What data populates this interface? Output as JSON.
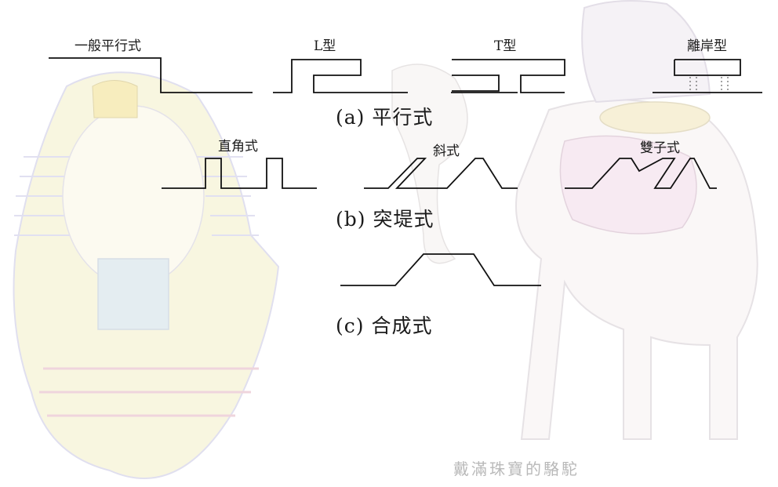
{
  "background": {
    "left_figure": "pharaoh-mask-drawing",
    "right_figure": "decorated-camel-drawing",
    "signature_text": "戴滿珠寶的駱駝"
  },
  "diagram": {
    "row_a": {
      "items": [
        {
          "id": "general",
          "label": "一般平行式"
        },
        {
          "id": "l_type",
          "label": "L型"
        },
        {
          "id": "t_type",
          "label": "T型"
        },
        {
          "id": "offshore",
          "label": "離岸型"
        }
      ],
      "caption": "(a) 平行式"
    },
    "row_b": {
      "items": [
        {
          "id": "right_angle",
          "label": "直角式"
        },
        {
          "id": "oblique",
          "label": "斜式"
        },
        {
          "id": "double",
          "label": "雙子式"
        }
      ],
      "caption": "(b) 突堤式"
    },
    "row_c": {
      "caption": "(c) 合成式"
    }
  },
  "colors": {
    "line": "#111111",
    "faint_art": "#c9c9d6"
  }
}
